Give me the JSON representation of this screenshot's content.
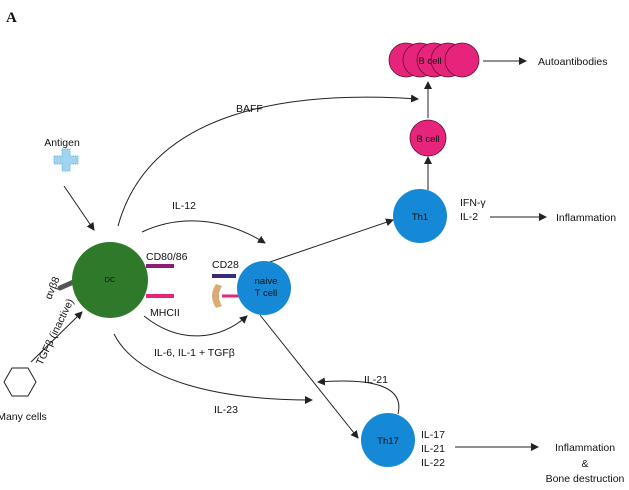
{
  "panel_label": "A",
  "colors": {
    "dc": "#2e7a2a",
    "t_cell": "#1689d6",
    "b_cell": "#e7247b",
    "antigen": "#9fd3ef",
    "cd80": "#8c1d73",
    "cd28": "#3a2a7e",
    "mhc": "#e7247b",
    "tcr": "#d9ac74",
    "integrin": "#555555"
  },
  "cells": {
    "dc": "DC",
    "naive_t": [
      "naive",
      "T cell"
    ],
    "th1": "Th1",
    "th17": "Th17",
    "b_cell_small": "B cell",
    "b_cell_cluster": "B cell"
  },
  "labels": {
    "antigen": "Antigen",
    "baff": "BAFF",
    "autoantibodies": "Autoantibodies",
    "il12": "IL-12",
    "ifn": "IFN-γ",
    "il2": "IL-2",
    "inflammation1": "Inflammation",
    "cd80": "CD80/86",
    "cd28": "CD28",
    "mhcii": "MHCII",
    "integrin": "αvβ8",
    "tgfb_inactive": "TGFβ (inactive)",
    "il6_il1_tgfb": "IL-6, IL-1 + TGFβ",
    "il23": "IL-23",
    "il21_loop": "IL-21",
    "many_cells": "Many cells",
    "il17": "IL-17",
    "il21": "IL-21",
    "il22": "IL-22",
    "inflammation2": "Inflammation",
    "ampersand": "&",
    "bone_destruction": "Bone destruction"
  }
}
